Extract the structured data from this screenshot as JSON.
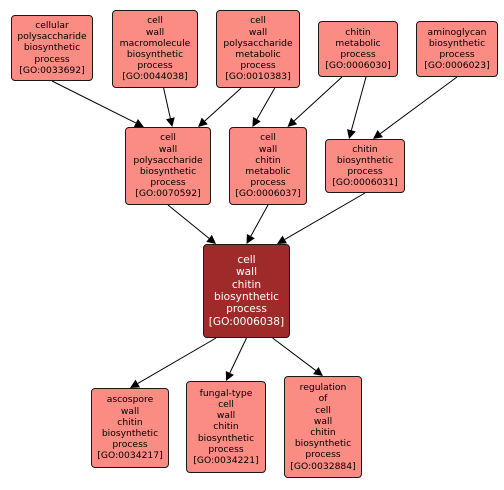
{
  "colors": {
    "node_fill": "#fa8c84",
    "focus_fill": "#9e2a2a",
    "border": "#1a1a1a",
    "edge": "#000000"
  },
  "nodes": {
    "n33692": {
      "lines": [
        "cellular",
        "polysaccharide",
        "biosynthetic",
        "process"
      ],
      "id": "[GO:0033692]"
    },
    "n44038": {
      "lines": [
        "cell",
        "wall",
        "macromolecule",
        "biosynthetic",
        "process"
      ],
      "id": "[GO:0044038]"
    },
    "n10383": {
      "lines": [
        "cell",
        "wall",
        "polysaccharide",
        "metabolic",
        "process"
      ],
      "id": "[GO:0010383]"
    },
    "n6030": {
      "lines": [
        "chitin",
        "metabolic",
        "process"
      ],
      "id": "[GO:0006030]"
    },
    "n6023": {
      "lines": [
        "aminoglycan",
        "biosynthetic",
        "process"
      ],
      "id": "[GO:0006023]"
    },
    "n70592": {
      "lines": [
        "cell",
        "wall",
        "polysaccharide",
        "biosynthetic",
        "process"
      ],
      "id": "[GO:0070592]"
    },
    "n6037": {
      "lines": [
        "cell",
        "wall",
        "chitin",
        "metabolic",
        "process"
      ],
      "id": "[GO:0006037]"
    },
    "n6031": {
      "lines": [
        "chitin",
        "biosynthetic",
        "process"
      ],
      "id": "[GO:0006031]"
    },
    "n6038": {
      "lines": [
        "cell",
        "wall",
        "chitin",
        "biosynthetic",
        "process"
      ],
      "id": "[GO:0006038]"
    },
    "n34217": {
      "lines": [
        "ascospore",
        "wall",
        "chitin",
        "biosynthetic",
        "process"
      ],
      "id": "[GO:0034217]"
    },
    "n34221": {
      "lines": [
        "fungal-type",
        "cell",
        "wall",
        "chitin",
        "biosynthetic",
        "process"
      ],
      "id": "[GO:0034221]"
    },
    "n32884": {
      "lines": [
        "regulation",
        "of",
        "cell",
        "wall",
        "chitin",
        "biosynthetic",
        "process"
      ],
      "id": "[GO:0032884]"
    }
  },
  "edges": [
    {
      "from": "n33692",
      "to": "n70592"
    },
    {
      "from": "n44038",
      "to": "n70592"
    },
    {
      "from": "n10383",
      "to": "n70592"
    },
    {
      "from": "n10383",
      "to": "n6037"
    },
    {
      "from": "n6030",
      "to": "n6037"
    },
    {
      "from": "n6030",
      "to": "n6031"
    },
    {
      "from": "n6023",
      "to": "n6031"
    },
    {
      "from": "n70592",
      "to": "n6038"
    },
    {
      "from": "n6037",
      "to": "n6038"
    },
    {
      "from": "n6031",
      "to": "n6038"
    },
    {
      "from": "n6038",
      "to": "n34217"
    },
    {
      "from": "n6038",
      "to": "n34221"
    },
    {
      "from": "n6038",
      "to": "n32884"
    }
  ]
}
